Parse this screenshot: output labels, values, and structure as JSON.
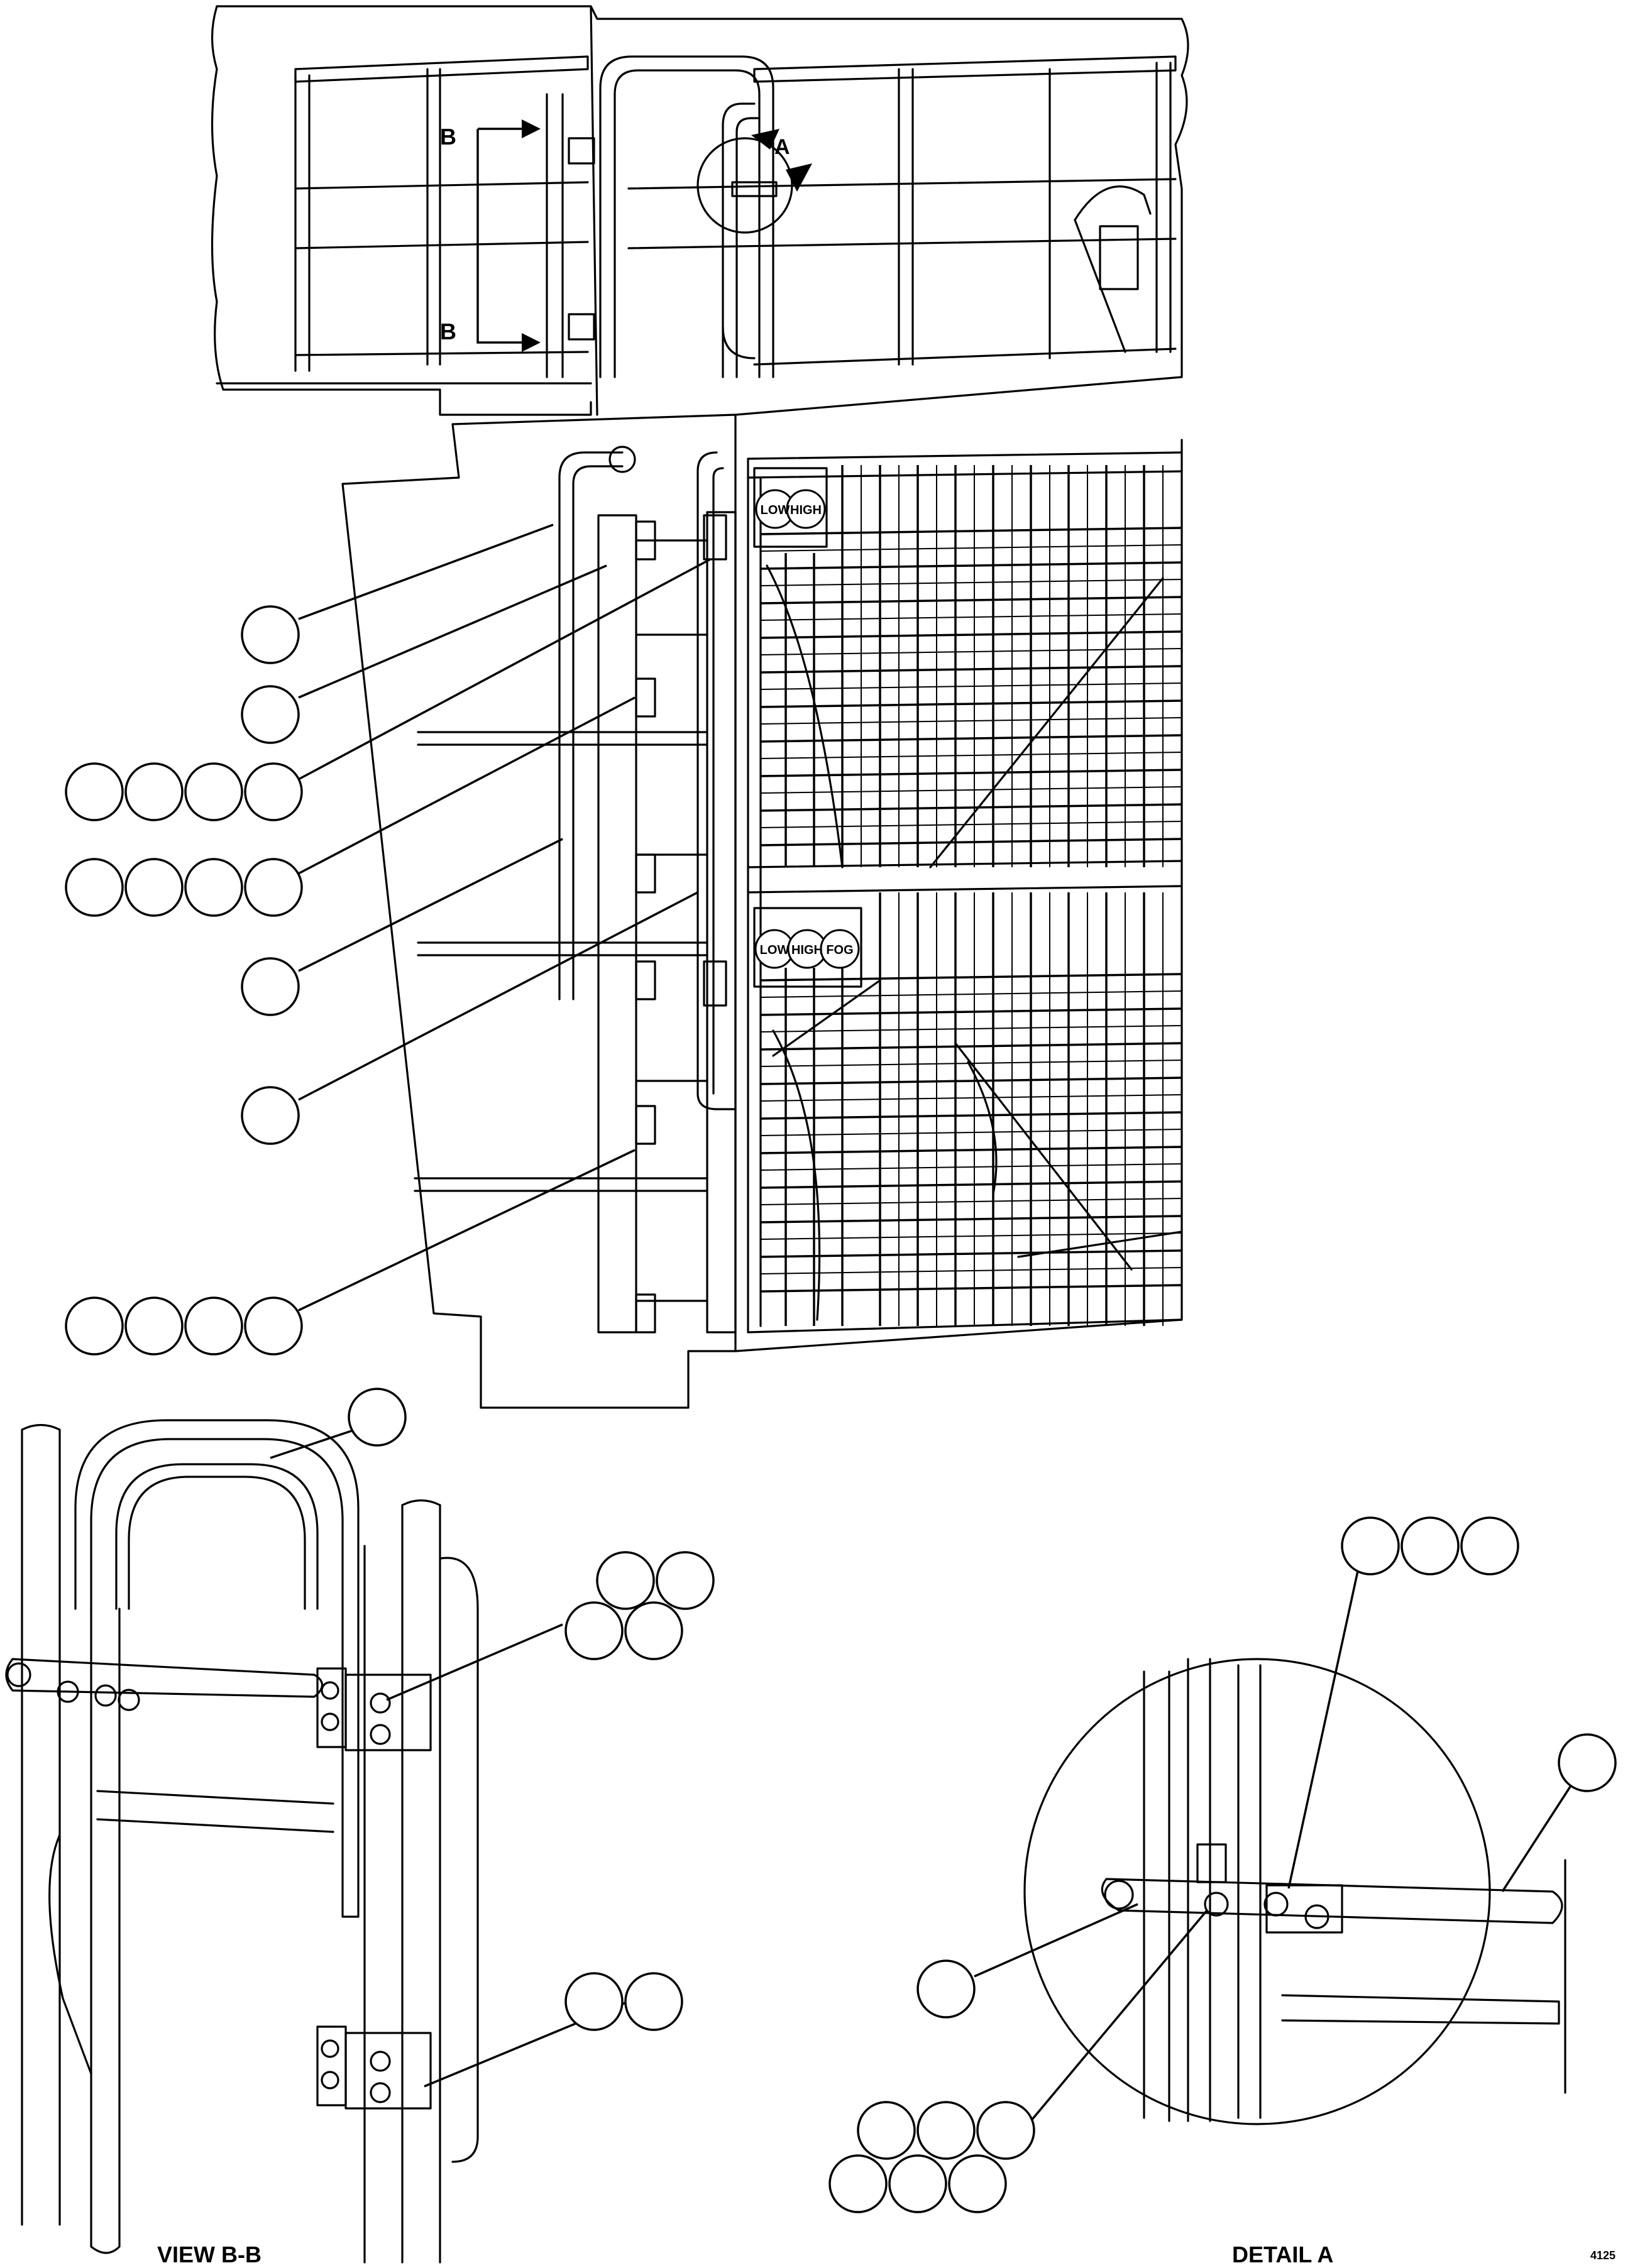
{
  "labels": {
    "view_bb_title": "VIEW B-B",
    "detail_a_title": "DETAIL A",
    "drawing_number": "4125",
    "section_letter_upper": "B",
    "section_letter_lower": "B",
    "detail_letter": "A"
  },
  "gauges": {
    "upper": [
      "LOW",
      "HIGH"
    ],
    "lower": [
      "LOW",
      "HIGH",
      "FOG"
    ]
  },
  "colors": {
    "line": "#000000",
    "background": "#ffffff"
  }
}
